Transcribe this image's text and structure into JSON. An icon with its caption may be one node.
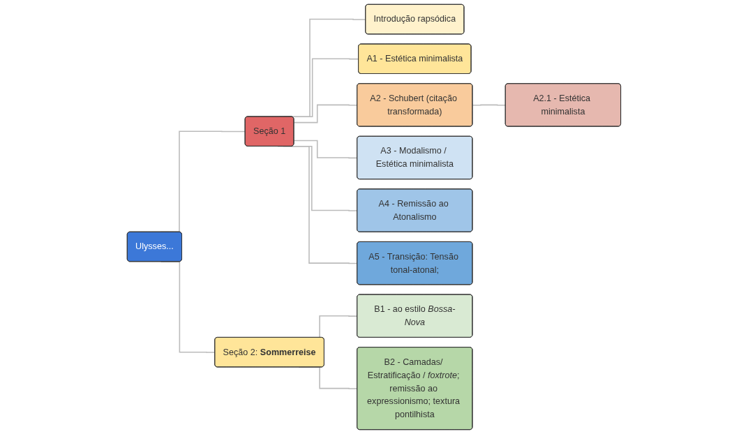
{
  "diagram": {
    "nodes": [
      {
        "text": [
          "Ulysses..."
        ]
      },
      {
        "text": [
          "Seção 1"
        ]
      },
      {
        "text": [
          "Introdução rapsódica"
        ]
      },
      {
        "text": [
          "A1 - Estética minimalista"
        ]
      },
      {
        "text": [
          "A2 - Schubert (citação transformada)"
        ]
      },
      {
        "text": [
          "A2.1 - Estética minimalista"
        ]
      },
      {
        "text": [
          "A3 - Modalismo / Estética minimalista"
        ]
      },
      {
        "text": [
          "A4 - Remissão ao Atonalismo"
        ]
      },
      {
        "text": [
          "A5 - Transição: Tensão tonal-atonal;"
        ]
      },
      {
        "text": [
          "Seção 2: **Sommerreise**"
        ]
      },
      {
        "text": [
          "B1 - ao estilo *Bossa-Nova*"
        ]
      },
      {
        "text": [
          "B2 - Camadas/ Estratificação / *foxtrote*; remissão ao expressionismo; textura pontilhista"
        ]
      }
    ],
    "edges": [
      {
        "from": 0,
        "to": 1,
        "arrow": "none"
      },
      {
        "from": 0,
        "to": 9,
        "arrow": "none"
      },
      {
        "from": 1,
        "to": 2,
        "arrow": "none"
      },
      {
        "from": 1,
        "to": 3,
        "arrow": "none"
      },
      {
        "from": 1,
        "to": 4,
        "arrow": "none"
      },
      {
        "from": 1,
        "to": 6,
        "arrow": "none"
      },
      {
        "from": 1,
        "to": 7,
        "arrow": "none"
      },
      {
        "from": 1,
        "to": 8,
        "arrow": "none"
      },
      {
        "from": 4,
        "to": 5,
        "arrow": "none"
      },
      {
        "from": 9,
        "to": 10,
        "arrow": "none"
      },
      {
        "from": 9,
        "to": 11,
        "arrow": "none"
      }
    ]
  }
}
